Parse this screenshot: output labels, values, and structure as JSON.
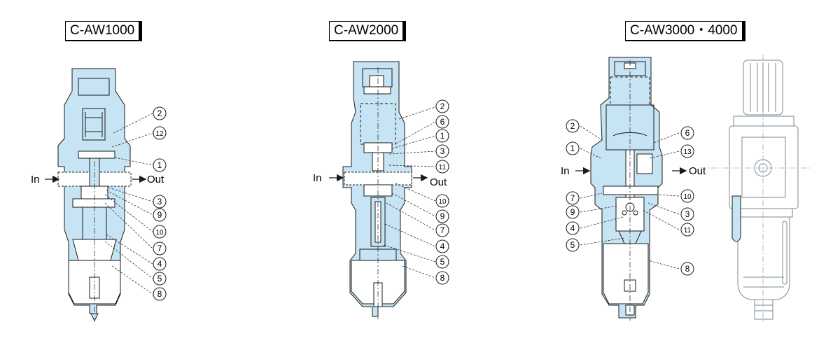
{
  "titles": {
    "model_1": "C-AW1000",
    "model_2": "C-AW2000",
    "model_3": "C-AW3000・4000"
  },
  "flow": {
    "in_label": "In",
    "out_label": "Out"
  },
  "callouts": {
    "model_1": [
      "2",
      "12",
      "1",
      "3",
      "9",
      "10",
      "7",
      "4",
      "5",
      "8"
    ],
    "model_2": [
      "2",
      "6",
      "1",
      "3",
      "11",
      "10",
      "9",
      "7",
      "4",
      "5",
      "8"
    ],
    "model_3_left": [
      "2",
      "1",
      "7",
      "9",
      "4",
      "5"
    ],
    "model_3_right": [
      "6",
      "13",
      "10",
      "3",
      "11",
      "8"
    ]
  },
  "colors": {
    "body_fill": "#c6e4f4",
    "line": "#1a1a1a",
    "light_line": "#7a8a94"
  }
}
